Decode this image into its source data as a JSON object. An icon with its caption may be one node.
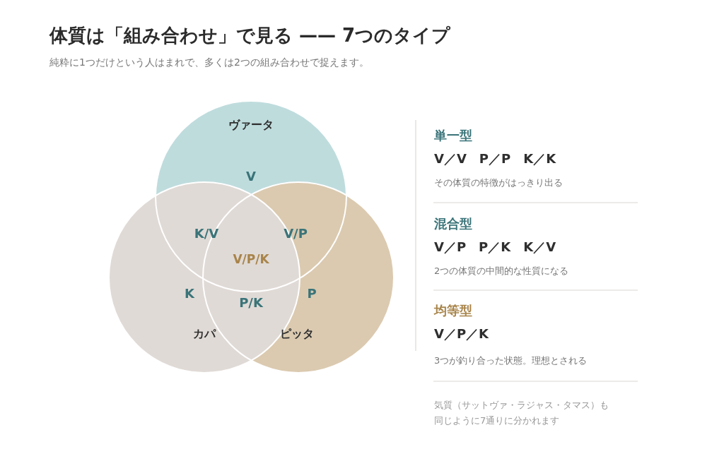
{
  "diagram": {
    "title": "体質は「組み合わせ」で見る —— 7つのタイプ",
    "nodes": [
      {
        "text": [
          "ヴァータ",
          "V"
        ]
      },
      {
        "text": [
          "K",
          "カパ"
        ]
      },
      {
        "text": [
          "P",
          "ピッタ"
        ]
      }
    ],
    "labels": [
      "純粋に1つだけという人はまれで、多くは2つの組み合わせで捉えます。",
      "K/V",
      "V/P",
      "V/P/K",
      "P/K",
      "単一型",
      "V／V　P／P　K／K",
      "その体質の特徴がはっきり出る",
      "混合型",
      "V／P　P／K　K／V",
      "2つの体質の中間的な性質になる",
      "均等型",
      "V／P／K",
      "3つが釣り合った状態。理想とされる",
      "気質（サットヴァ・ラジャス・タマス）も同じように7通りに分かれます"
    ]
  }
}
